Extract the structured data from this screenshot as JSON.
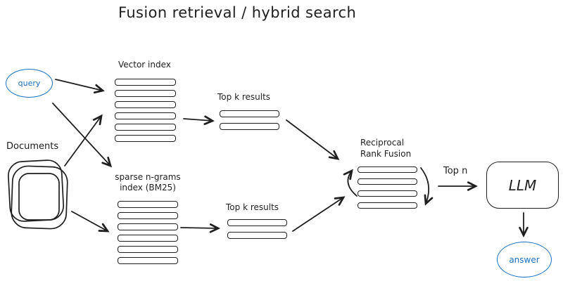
{
  "title": "Fusion retrieval / hybrid search",
  "colors": {
    "ink": "#1e1e1e",
    "accent_blue": "#1971c2",
    "background": "#ffffff"
  },
  "nodes": {
    "query": {
      "label": "query",
      "shape": "ellipse"
    },
    "documents": {
      "label": "Documents",
      "icon": "stacked-documents-icon"
    },
    "vector_index": {
      "label": "Vector index",
      "bars": 6
    },
    "top_k_vector": {
      "label": "Top k results",
      "bars": 2
    },
    "sparse_index": {
      "label_line1": "sparse n-grams",
      "label_line2": "index (BM25)",
      "bars": 6
    },
    "top_k_sparse": {
      "label": "Top k results",
      "bars": 2
    },
    "rrf": {
      "label_line1": "Reciprocal",
      "label_line2": "Rank Fusion",
      "bars": 4
    },
    "top_n": {
      "label": "Top n"
    },
    "llm": {
      "label": "LLM"
    },
    "answer": {
      "label": "answer",
      "shape": "ellipse"
    }
  }
}
